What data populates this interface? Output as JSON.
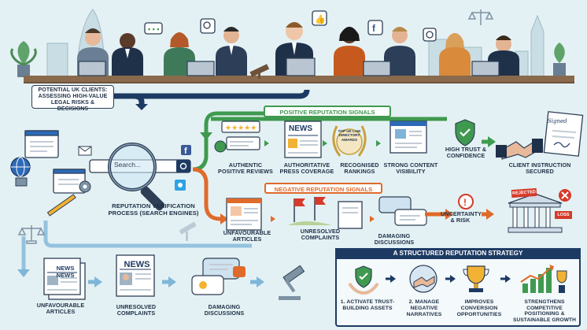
{
  "top_callout": "POTENTIAL UK CLIENTS: ASSESSING HIGH-VALUE LEGAL RISKS & DECISIONS",
  "search_placeholder": "Search...",
  "process_label": "REPUTATION VERIFICATION PROCESS (SEARCH ENGINES)",
  "positive": {
    "banner": "POSITIVE REPUTATION SIGNALS",
    "items": [
      "AUTHENTIC POSITIVE REVIEWS",
      "AUTHORITATIVE PRESS COVERAGE",
      "RECOGNISED RANKINGS",
      "STRONG CONTENT VISIBILITY"
    ],
    "award_text": "TOP UK LAW DIRECTORY AWARDS",
    "news_text": "NEWS",
    "outcome1": "HIGH TRUST & CONFIDENCE",
    "outcome2": "CLIENT INSTRUCTION SECURED",
    "signed_text": "Signed"
  },
  "negative": {
    "banner": "NEGATIVE REPUTATION SIGNALS",
    "items": [
      "UNFAVOURABLE ARTICLES",
      "UNRESOLVED COMPLAINTS",
      "DAMAGING DISCUSSIONS"
    ],
    "outcome": "UNCERTAINTY & RISK",
    "rejected_text": "REJECTED",
    "loss_text": "LOSS"
  },
  "bottom": {
    "items": [
      "UNFAVOURABLE ARTICLES",
      "UNRESOLVED COMPLAINTS",
      "DAMAGING DISCUSSIONS"
    ],
    "news_text_a": "NEWS NEWS",
    "news_text_b": "NEWS"
  },
  "strategy": {
    "title": "A STRUCTURED REPUTATION STRATEGY",
    "steps": [
      "1. ACTIVATE TRUST-BUILDING ASSETS",
      "2. MANAGE NEGATIVE NARRATIVES",
      "IMPROVES CONVERSION OPPORTUNITIES",
      "STRENGTHENS COMPETITIVE POSITIONING & SUSTAINABLE GROWTH"
    ]
  },
  "colors": {
    "positive": "#3f9a4f",
    "negative": "#e06a2a",
    "navy": "#1d3a63",
    "background": "#e4f1f4"
  }
}
